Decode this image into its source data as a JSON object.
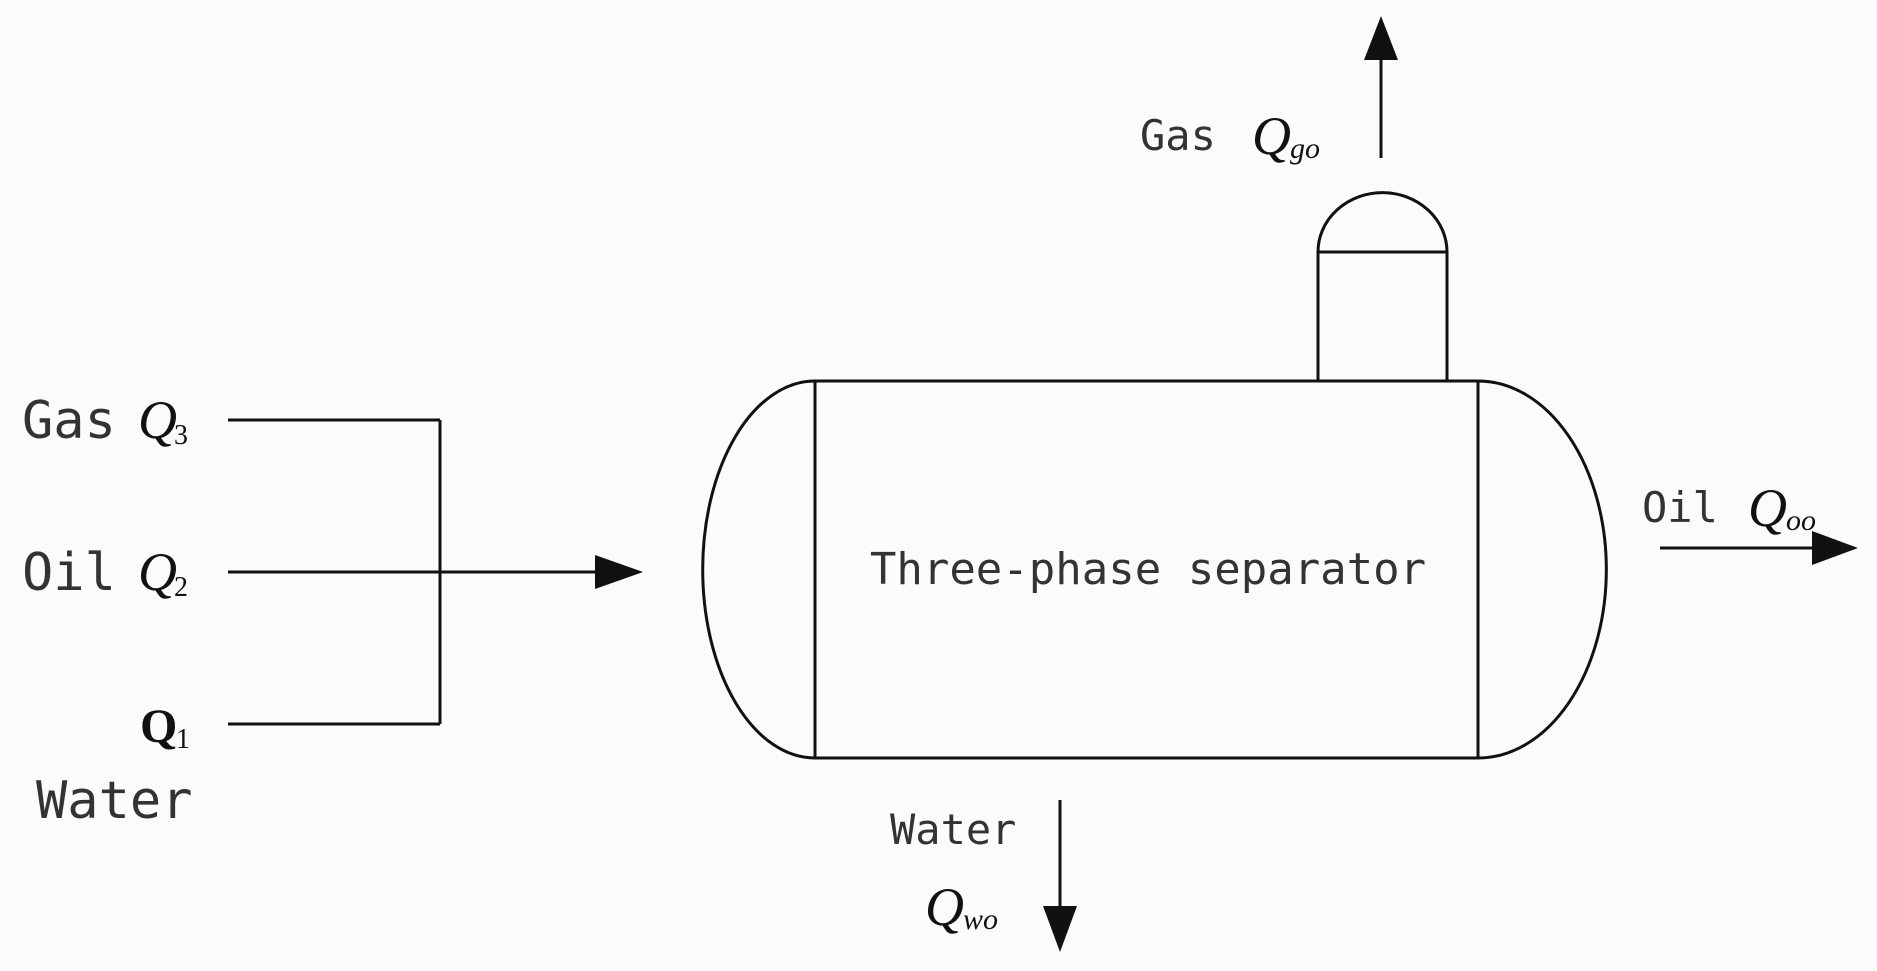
{
  "inlet": {
    "gas_label": "Gas",
    "gas_q": "Q",
    "gas_sub": "3",
    "oil_label": "Oil",
    "oil_q": "Q",
    "oil_sub": "2",
    "water_q": "Q",
    "water_sub": "1",
    "water_label": "Water"
  },
  "separator": {
    "label": "Three-phase separator"
  },
  "outlets": {
    "gas_label": "Gas",
    "gas_q": "Q",
    "gas_sub": "go",
    "oil_label": "Oil",
    "oil_q": "Q",
    "oil_sub": "oo",
    "water_label": "Water",
    "water_q": "Q",
    "water_sub": "wo"
  }
}
